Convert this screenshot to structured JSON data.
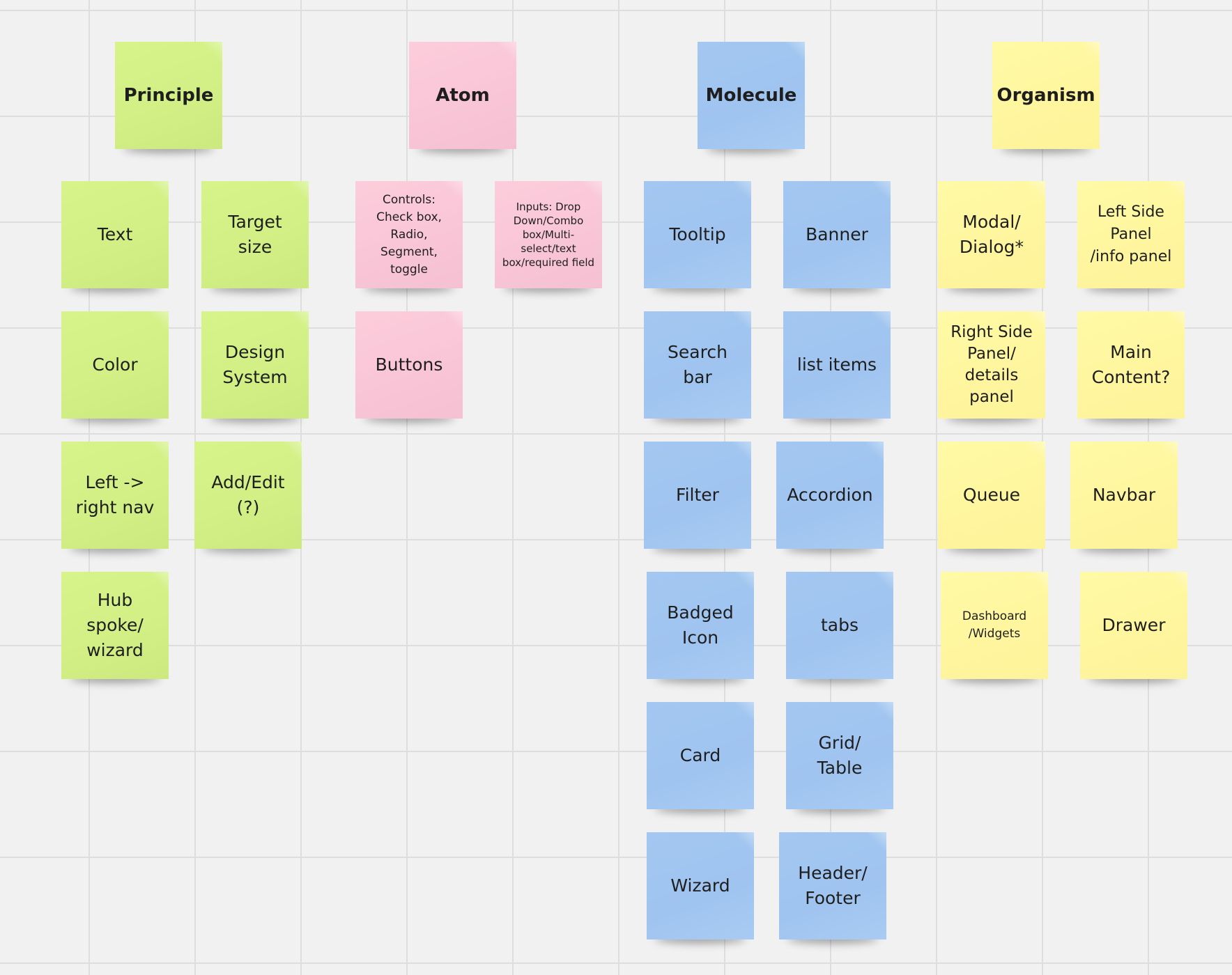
{
  "board": {
    "colors": {
      "principle": "#d3f185",
      "atom": "#f9c6d7",
      "molecule": "#a3c7f1",
      "organism": "#fff59e",
      "background": "#f1f1f1",
      "grid": "#dedede"
    },
    "headers": {
      "principle": "Principle",
      "atom": "Atom",
      "molecule": "Molecule",
      "organism": "Organism"
    },
    "principle": {
      "text": "Text",
      "target_size": "Target\nsize",
      "color": "Color",
      "design_system": "Design\nSystem",
      "left_right_nav": "Left ->\nright nav",
      "add_edit": "Add/Edit\n(?)",
      "hub_spoke_wizard": "Hub\nspoke/\nwizard"
    },
    "atom": {
      "controls": "Controls:\nCheck box,\nRadio,\nSegment,\ntoggle",
      "inputs": "Inputs: Drop\nDown/Combo\nbox/Multi-\nselect/text\nbox/required field",
      "buttons": "Buttons"
    },
    "molecule": {
      "tooltip": "Tooltip",
      "banner": "Banner",
      "search_bar": "Search\nbar",
      "list_items": "list items",
      "filter": "Filter",
      "accordion": "Accordion",
      "badged_icon": "Badged\nIcon",
      "tabs": "tabs",
      "card": "Card",
      "grid_table": "Grid/\nTable",
      "wizard": "Wizard",
      "header_footer": "Header/\nFooter"
    },
    "organism": {
      "modal_dialog": "Modal/\nDialog*",
      "left_side_panel": "Left Side\nPanel\n/info panel",
      "right_side_panel": "Right Side\nPanel/\ndetails\npanel",
      "main_content": "Main\nContent?",
      "queue": "Queue",
      "navbar": "Navbar",
      "dashboard_widgets": "Dashboard\n/Widgets",
      "drawer": "Drawer"
    }
  }
}
